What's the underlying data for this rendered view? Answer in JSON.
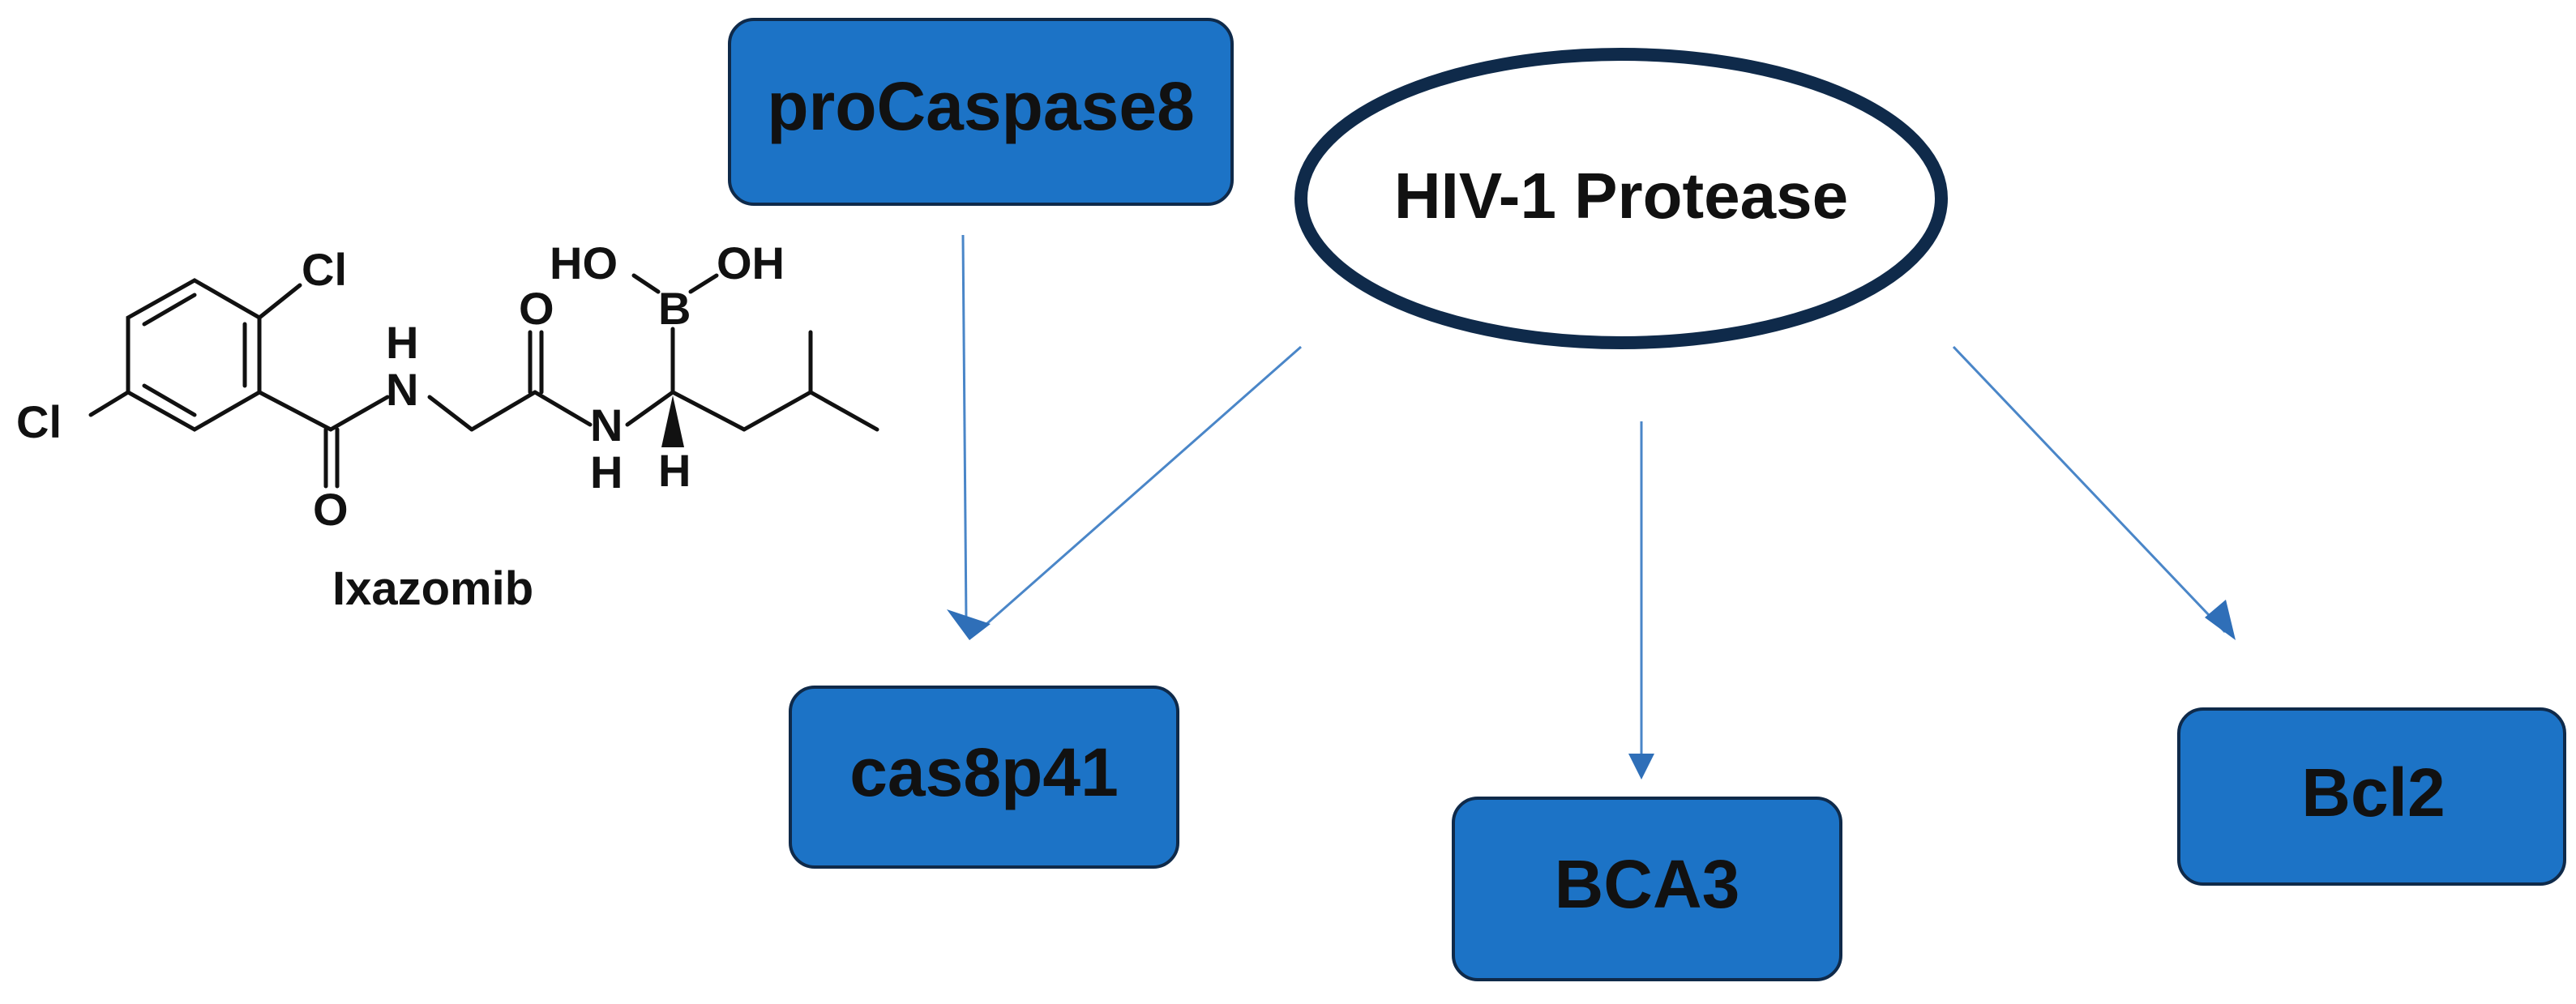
{
  "nodes": {
    "procaspase8": {
      "label": "proCaspase8",
      "shape": "rounded-rectangle",
      "fill": "#1C73C6"
    },
    "hiv_protease": {
      "label": "HIV-1 Protease",
      "shape": "ellipse",
      "stroke": "#0F2A4A"
    },
    "cas8p41": {
      "label": "cas8p41",
      "shape": "rounded-rectangle",
      "fill": "#1C73C6"
    },
    "bca3": {
      "label": "BCA3",
      "shape": "rounded-rectangle",
      "fill": "#1C73C6"
    },
    "bcl2": {
      "label": "Bcl2",
      "shape": "rounded-rectangle",
      "fill": "#1C73C6"
    }
  },
  "edges": [
    {
      "from": "proCaspase8",
      "to": "cas8p41"
    },
    {
      "from": "HIV-1 Protease",
      "to": "cas8p41"
    },
    {
      "from": "HIV-1 Protease",
      "to": "BCA3"
    },
    {
      "from": "HIV-1 Protease",
      "to": "Bcl2"
    }
  ],
  "molecule": {
    "name": "Ixazomib",
    "atoms": {
      "cl1": "Cl",
      "cl2": "Cl",
      "nh1_h": "H",
      "nh1_n": "N",
      "o1": "O",
      "o2": "O",
      "nh2_n": "N",
      "nh2_h": "H",
      "ho1": "HO",
      "b": "B",
      "oh2": "OH",
      "h_stereo": "H"
    }
  },
  "colors": {
    "box_fill": "#1C73C6",
    "box_stroke": "#0F2A4A",
    "arrow": "#4A86C8",
    "text": "#111111"
  }
}
